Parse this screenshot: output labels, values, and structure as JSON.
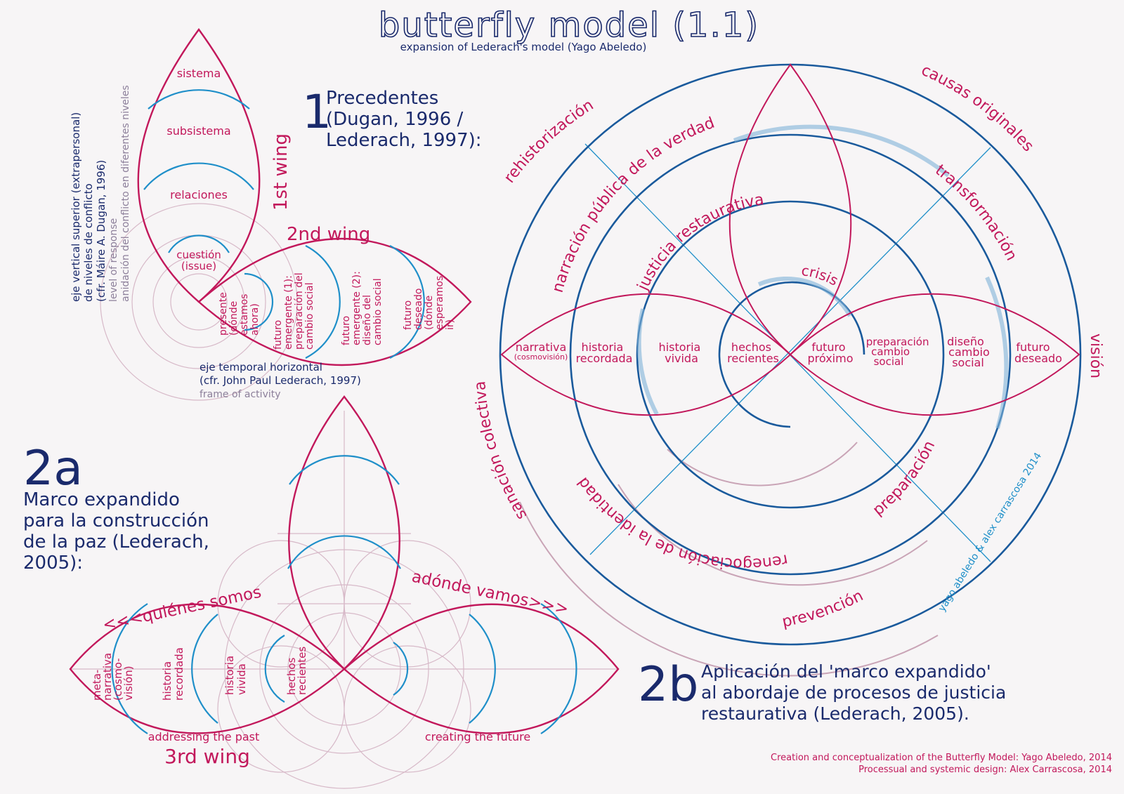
{
  "colors": {
    "crimson": "#c2185b",
    "navy": "#1a2a6c",
    "blue": "#1565a8",
    "cyan": "#1f8fc9",
    "light": "#c9a4b6",
    "grey": "#8c7f9a",
    "bg": "#f7f5f6"
  },
  "header": {
    "title": "butterfly model (1.1)",
    "subtitle": "expansion of Lederach's model (Yago Abeledo)"
  },
  "section1": {
    "number": "1",
    "title_lines": [
      "Precedentes",
      "(Dugan, 1996 /",
      "Lederach, 1997):"
    ],
    "vertical_levels": [
      "sistema",
      "subsistema",
      "relaciones",
      "cuestión",
      "(issue)"
    ],
    "first_wing": "1st wing",
    "second_wing": "2nd wing",
    "vertical_axis_lines": [
      "eje vertical superior (extrapersonal)",
      "de niveles de conflicto",
      "(cfr. Máire A. Dugan, 1996)",
      "level of response",
      "anidación del conflicto en diferentes niveles"
    ],
    "horizontal_stages": [
      [
        "presente",
        "(dónde",
        "estamos",
        "ahora)"
      ],
      [
        "futuro",
        "emergente (1):",
        "preparación del",
        "cambio social"
      ],
      [
        "futuro",
        "emergente (2):",
        "diseño del",
        "cambio social"
      ],
      [
        "futuro",
        "deseado",
        "(dónde",
        "esperamos",
        "ir)"
      ]
    ],
    "horizontal_axis_lines": [
      "eje temporal horizontal",
      "(cfr. John Paul Lederach, 1997)",
      "frame of activity"
    ]
  },
  "section2a": {
    "number": "2a",
    "title_lines": [
      "Marco expandido",
      "para la construcción",
      "de la paz (Lederach,",
      "2005):"
    ],
    "who_we_are": "<<<quiénes somos",
    "where_we_go": "adónde vamos>>>",
    "past_stages": [
      [
        "meta-",
        "narrativa",
        "(cosmo-",
        "visión)"
      ],
      [
        "historia",
        "recordada"
      ],
      [
        "historia",
        "vivida"
      ],
      [
        "hechos",
        "recientes"
      ]
    ],
    "addressing_past": "addressing the past",
    "creating_future": "creating the future",
    "third_wing": "3rd wing"
  },
  "section2b": {
    "number": "2b",
    "title_lines": [
      "Aplicación del 'marco expandido'",
      "al abordaje de procesos de justicia",
      "restaurativa (Lederach, 2005)."
    ],
    "left_stages": [
      [
        "narrativa",
        "(cosmovisión)"
      ],
      [
        "historia",
        "recordada"
      ],
      [
        "historia",
        "vivida"
      ],
      [
        "hechos",
        "recientes"
      ]
    ],
    "right_stages": [
      [
        "futuro",
        "próximo"
      ],
      [
        "preparación",
        "cambio",
        "social"
      ],
      [
        "diseño",
        "cambio",
        "social"
      ],
      [
        "futuro",
        "deseado"
      ]
    ],
    "ring_labels": {
      "rehistorizacion": "rehistorización",
      "narracion": "narración pública de la verdad",
      "justicia": "justicia restaurativa",
      "crisis": "crisis",
      "causas": "causas originales",
      "transformacion": "transformación",
      "vision": "visión",
      "sanacion": "sanación colectiva",
      "identidad": "renegociación de la identidad",
      "preparacion": "preparación",
      "prevencion": "prevención"
    },
    "side_credit": "yago abeledo & alex carrascosa 2014"
  },
  "credits": {
    "line1": "Creation and conceptualization of the Butterfly Model: Yago Abeledo, 2014",
    "line2": "Processual and systemic design: Alex Carrascosa, 2014"
  }
}
